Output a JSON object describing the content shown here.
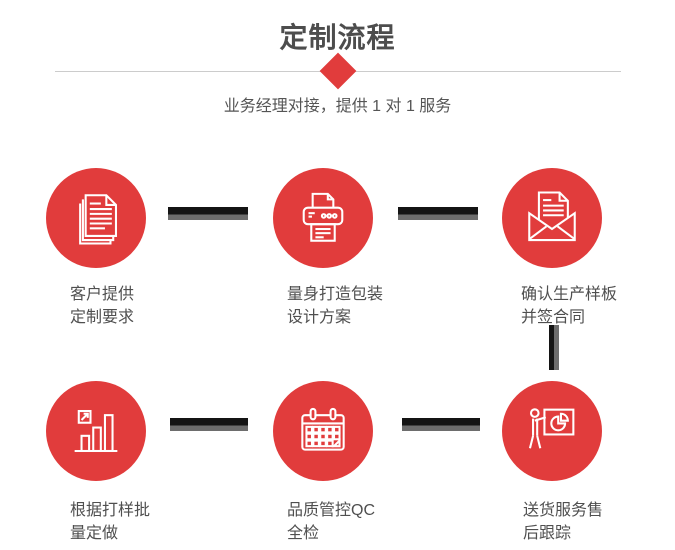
{
  "header": {
    "title": "定制流程",
    "subtitle": "业务经理对接，提供 1 对 1 服务"
  },
  "colors": {
    "accent_red": "#e13c3c",
    "bar_black": "#141414",
    "bar_gray": "#6d6d6d",
    "title_gray": "#4d4d4d",
    "subtitle_gray": "#555555",
    "label_gray": "#4f4f4f",
    "divider_gray": "#cccccc"
  },
  "steps": [
    {
      "icon": "documents-icon",
      "line1": "客户提供",
      "line2": "定制要求"
    },
    {
      "icon": "printer-icon",
      "line1": "量身打造包装",
      "line2": "设计方案"
    },
    {
      "icon": "envelope-icon",
      "line1": "确认生产样板",
      "line2": "并签合同"
    },
    {
      "icon": "bar-chart-icon",
      "line1": "根据打样批",
      "line2": "量定做"
    },
    {
      "icon": "calendar-icon",
      "line1": "品质管控QC",
      "line2": "全检"
    },
    {
      "icon": "presentation-icon",
      "line1": "送货服务售",
      "line2": "后跟踪"
    }
  ]
}
